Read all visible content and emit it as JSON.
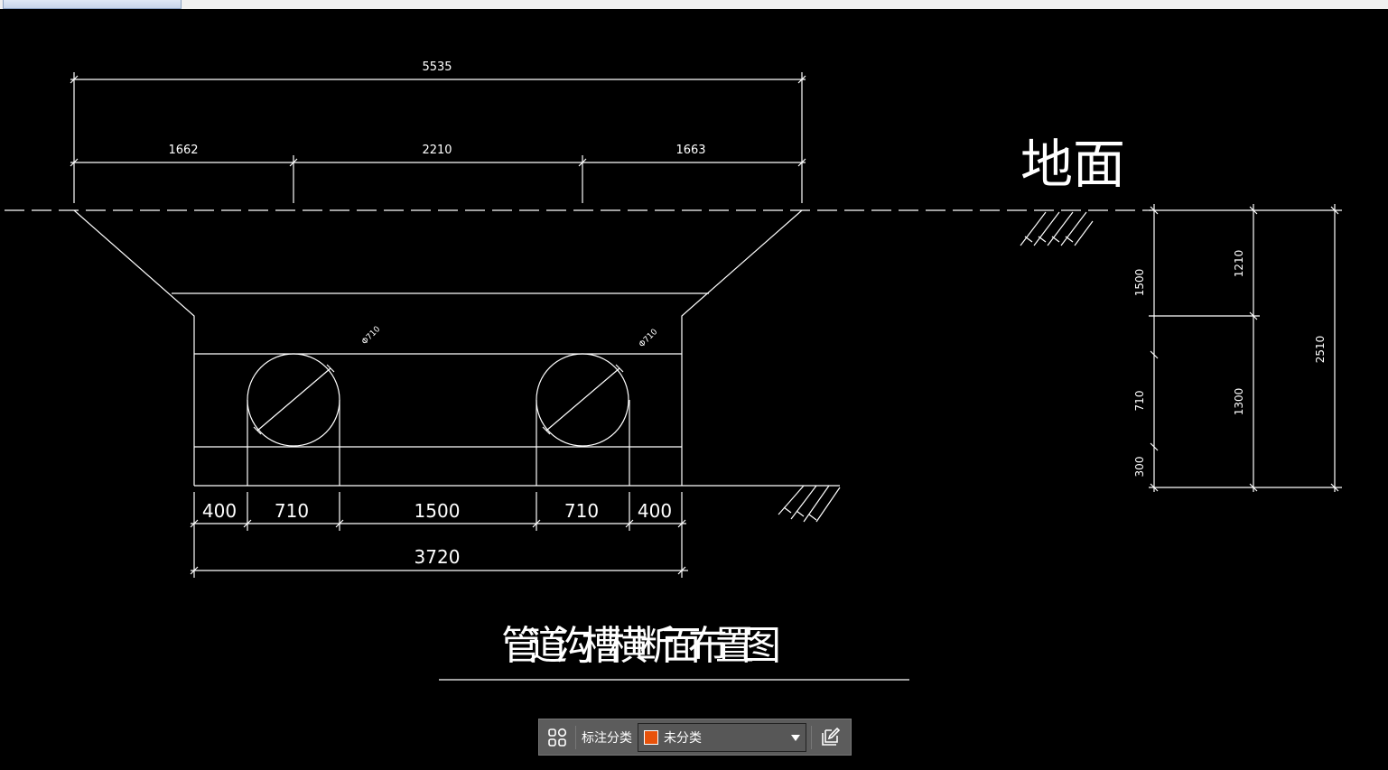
{
  "drawing": {
    "top_dims": {
      "overall": "5535",
      "left": "1662",
      "middle": "2210",
      "right": "1663"
    },
    "ground_label": "地面",
    "pipe_labels": [
      "Φ710",
      "Φ710"
    ],
    "bottom_dims": [
      "400",
      "710",
      "1500",
      "710",
      "400"
    ],
    "bottom_total": "3720",
    "right_dims": {
      "col1": [
        "1500",
        "710",
        "300"
      ],
      "col2": [
        "1210",
        "1300"
      ],
      "total": "2510"
    },
    "title": "管道沟槽横断面布置图"
  },
  "toolbar": {
    "label": "标注分类",
    "category_value": "未分类",
    "category_color": "#e8520a"
  }
}
